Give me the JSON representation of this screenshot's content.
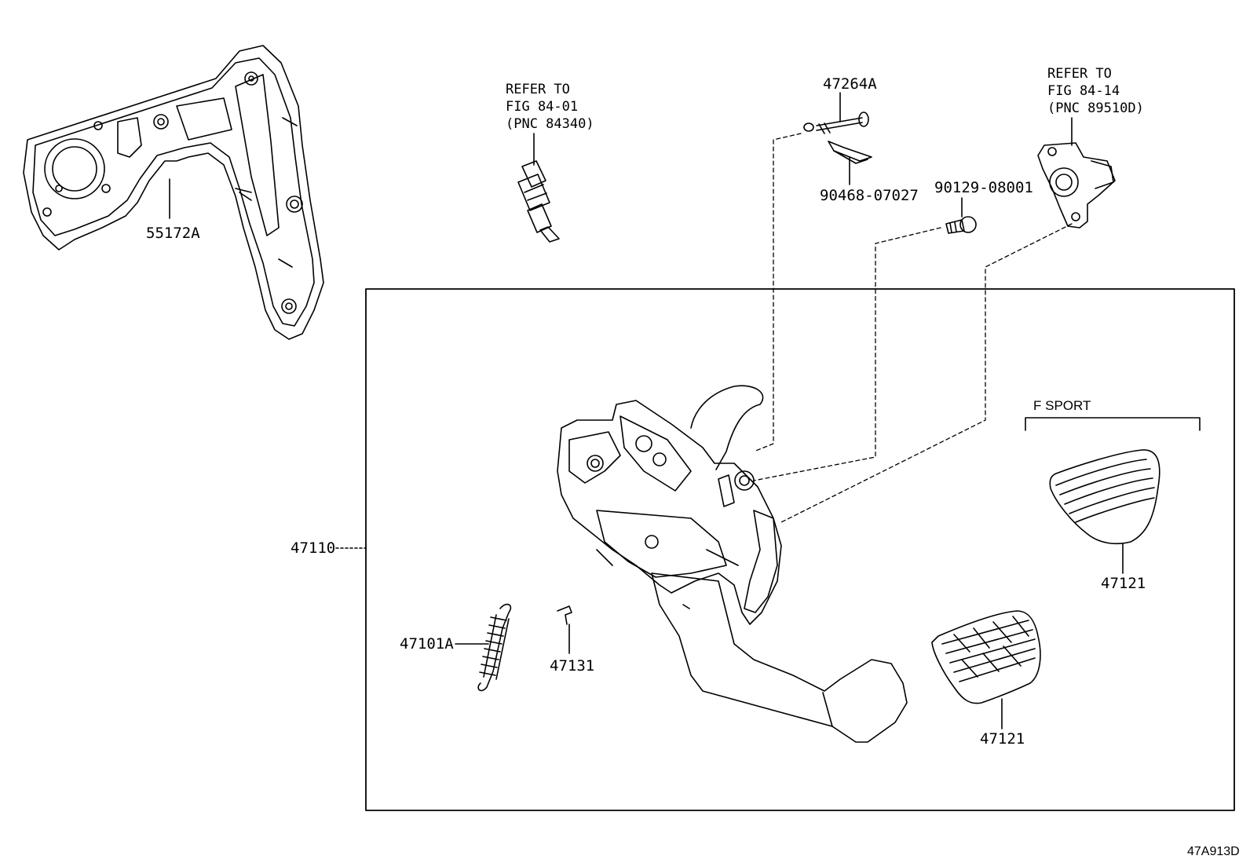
{
  "diagram_code": "47A913D",
  "group_label": "F SPORT",
  "refs": {
    "brake_switch": [
      "REFER TO",
      "FIG 84-01",
      "(PNC 84340)"
    ],
    "sensor": [
      "REFER TO",
      "FIG 84-14",
      "(PNC 89510D)"
    ]
  },
  "parts": {
    "support": "55172A",
    "pin": "47264A",
    "clip": "90468-07027",
    "bolt": "90129-08001",
    "pedal_assy": "47110",
    "spring": "47101A",
    "cushion": "47131",
    "pad_sport": "47121",
    "pad_std": "47121"
  }
}
